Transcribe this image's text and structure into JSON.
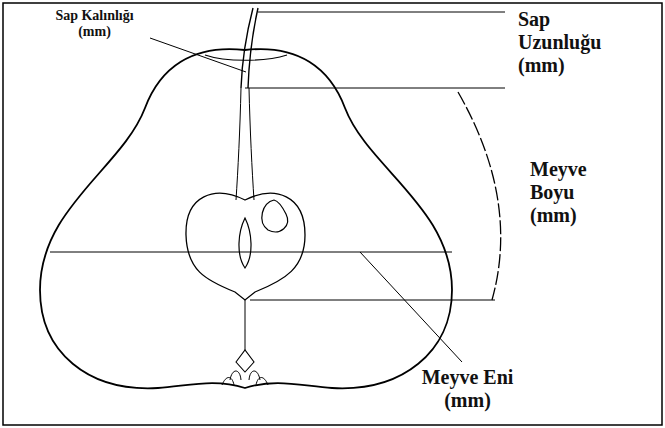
{
  "diagram": {
    "labels": [
      "Sap Kalınlığı (mm)",
      "Sap Uzunluğu (mm)",
      "Meyve Boyu (mm)",
      "Meyve Eni (mm)"
    ]
  }
}
